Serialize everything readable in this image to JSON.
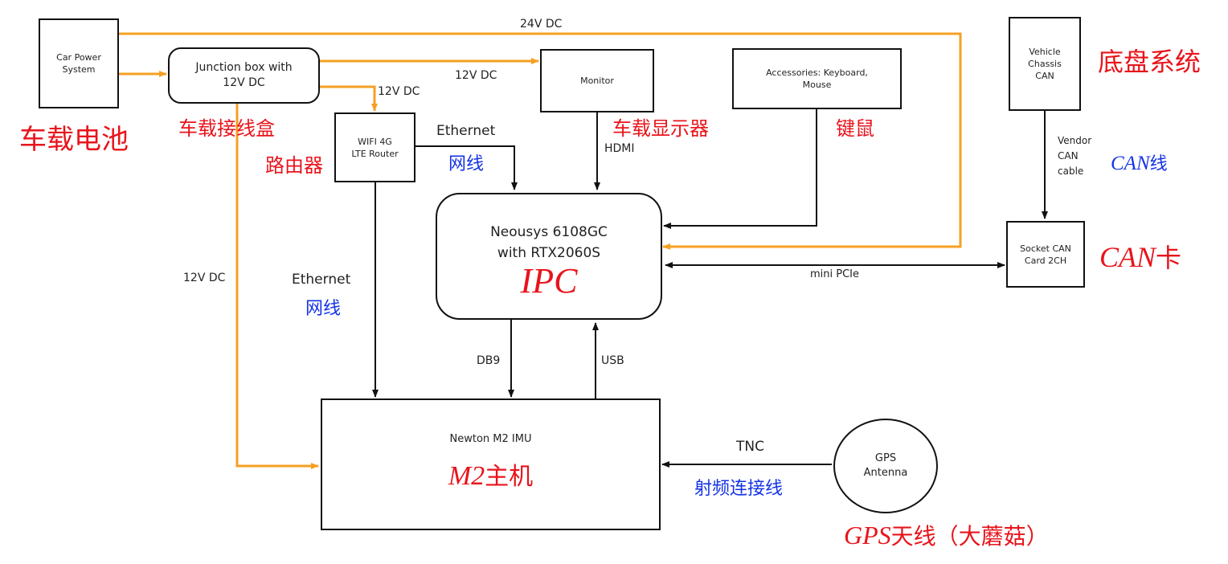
{
  "boxes": {
    "car_power": "Car Power\nSystem",
    "junction": "Junction box with\n12V DC",
    "router": "WIFI 4G\nLTE Router",
    "monitor": "Monitor",
    "accessories": "Accessories: Keyboard,\nMouse",
    "chassis": "Vehicle\nChassis\nCAN",
    "ipc_line1": "Neousys 6108GC",
    "ipc_line2": "with RTX2060S",
    "ipc_tag": "IPC",
    "can_card": "Socket CAN\nCard 2CH",
    "imu": "Newton M2 IMU",
    "gps": "GPS\nAntenna"
  },
  "wires": {
    "dc24": "24V DC",
    "dc12_monitor": "12V DC",
    "dc12_router": "12V DC",
    "dc12_left": "12V DC",
    "ethernet_top": "Ethernet",
    "ethernet_left": "Ethernet",
    "hdmi": "HDMI",
    "vendor_can": "Vendor\nCAN\ncable",
    "mini_pcie": "mini PCIe",
    "db9": "DB9",
    "usb": "USB",
    "tnc": "TNC"
  },
  "annotations_red": {
    "battery": "车载电池",
    "junction": "车载接线盒",
    "router": "路由器",
    "monitor": "车载显示器",
    "mouse_keyboard": "键鼠",
    "chassis": "底盘系统",
    "can_card_prefix": "CAN",
    "can_card_suffix": "卡",
    "m2_prefix": "M2",
    "m2_suffix": "主机",
    "gps_prefix": "GPS",
    "gps_suffix": "天线（大蘑菇）"
  },
  "annotations_blue": {
    "ethernet_top": "网线",
    "ethernet_left": "网线",
    "can_cable_prefix": "CAN",
    "can_cable_suffix": "线",
    "rf_cable": "射频连接线"
  },
  "colors": {
    "power_wire": "#f5a023",
    "signal_wire": "#111111",
    "annotation_red": "#e8141c",
    "annotation_blue": "#1433e6"
  }
}
